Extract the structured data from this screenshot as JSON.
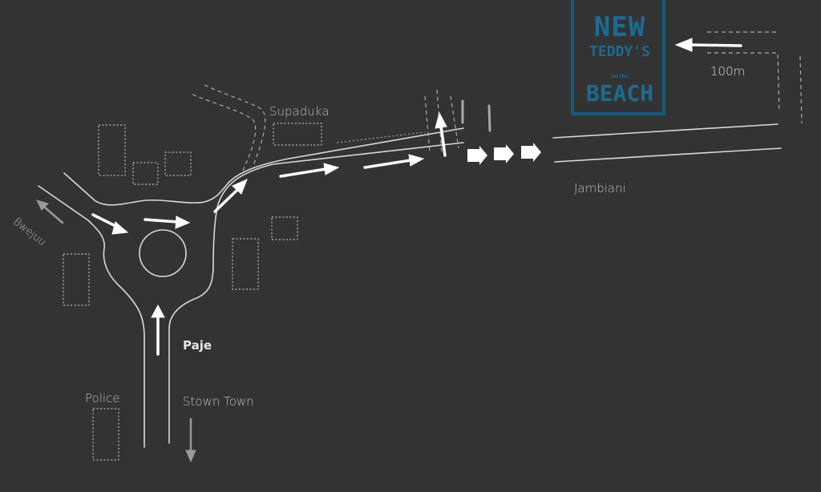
{
  "places": {
    "supaduka": "Supaduka",
    "bwejuu": "Bwejuu",
    "paje": "Paje",
    "police": "Police",
    "stown_town": "Stown Town",
    "jambiani": "Jambiani",
    "distance": "100m"
  },
  "logo": {
    "line1": "NEW",
    "line2": "TEDDY'S",
    "line3": "on the",
    "line4": "BEACH",
    "color": "#1c6b93"
  },
  "colors": {
    "background": "#333333",
    "road": "#d9d9d9",
    "arrow": "#ffffff",
    "muted_arrow": "#9a9a9a"
  }
}
